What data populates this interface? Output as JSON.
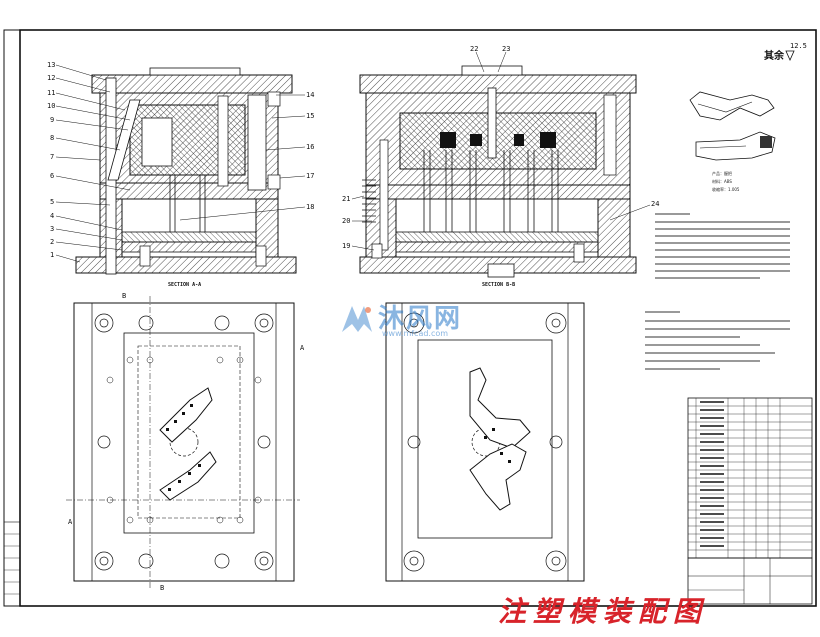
{
  "drawing": {
    "title": "注塑模装配图",
    "roughness_prefix": "其余",
    "roughness_value": "12.5",
    "section_aa_label": "SECTION A-A",
    "section_bb_label": "SECTION B-B",
    "cut_label_a": "A",
    "cut_label_b": "B",
    "callouts_left": [
      "13",
      "12",
      "11",
      "10",
      "9",
      "8",
      "7",
      "6",
      "5",
      "4",
      "3",
      "2",
      "1"
    ],
    "callouts_right_aa": [
      "14",
      "15",
      "16",
      "17",
      "18"
    ],
    "callouts_bb_top": [
      "22",
      "23"
    ],
    "callouts_bb_left": [
      "21",
      "20",
      "19"
    ],
    "callout_bb_right": "24"
  },
  "part_info": {
    "name": "产品：握把",
    "material": "材料：ABS",
    "shrinkage": "收缩率：1.005"
  },
  "watermark": {
    "text": "沐风网",
    "url": "www.mfcad.com"
  },
  "colors": {
    "line": "#111111",
    "title": "#d8232a",
    "watermark": "#2878c8"
  }
}
